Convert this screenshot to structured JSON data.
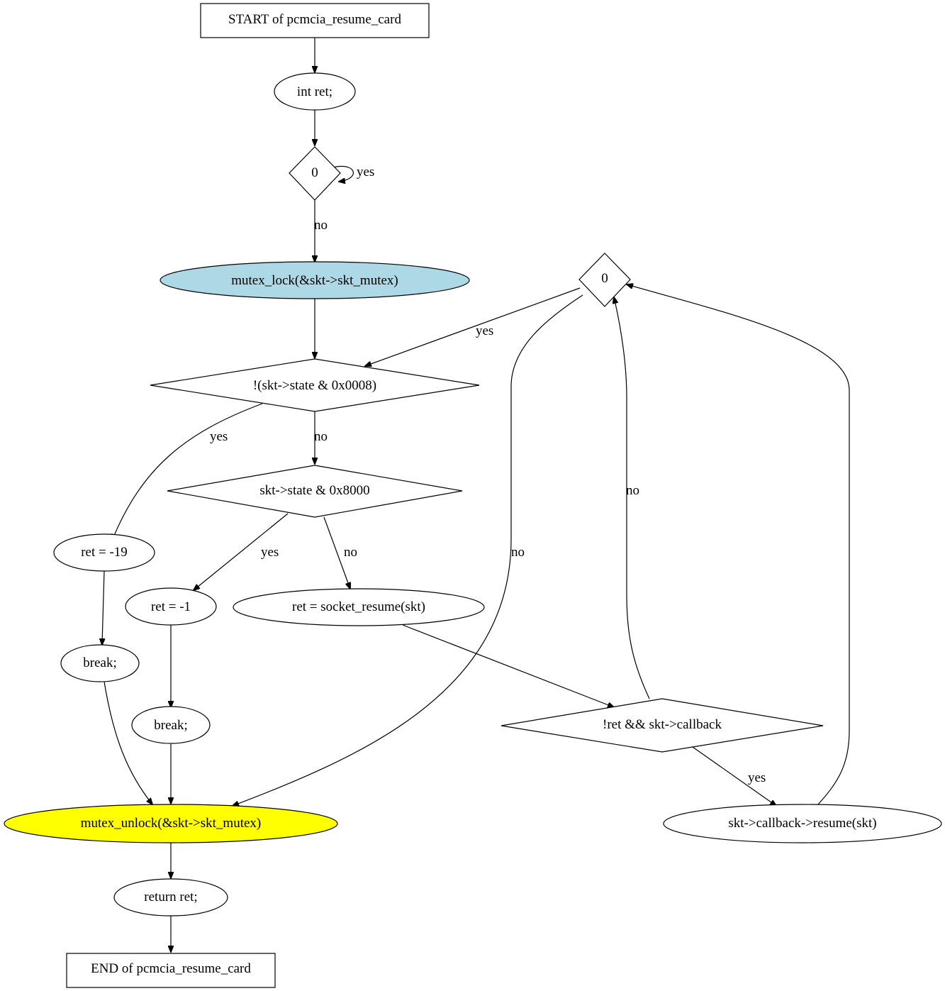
{
  "nodes": {
    "start": "START of pcmcia_resume_card",
    "int_ret": "int ret;",
    "cond_zero_1": "0",
    "mutex_lock": "mutex_lock(&skt->skt_mutex)",
    "cond_zero_2": "0",
    "cond_state_present": "!(skt->state & 0x0008)",
    "cond_state_suspend": "skt->state & 0x8000",
    "ret_neg19": "ret = -19",
    "ret_neg1": "ret = -1",
    "ret_socket_resume": "ret = socket_resume(skt)",
    "break_1": "break;",
    "break_2": "break;",
    "cond_callback": "!ret && skt->callback",
    "mutex_unlock": "mutex_unlock(&skt->skt_mutex)",
    "callback_resume": "skt->callback->resume(skt)",
    "return_ret": "return ret;",
    "end": "END of pcmcia_resume_card"
  },
  "edge_labels": {
    "yes": "yes",
    "no": "no"
  },
  "colors": {
    "mutex_lock_fill": "#add8e6",
    "mutex_unlock_fill": "#ffff00"
  }
}
